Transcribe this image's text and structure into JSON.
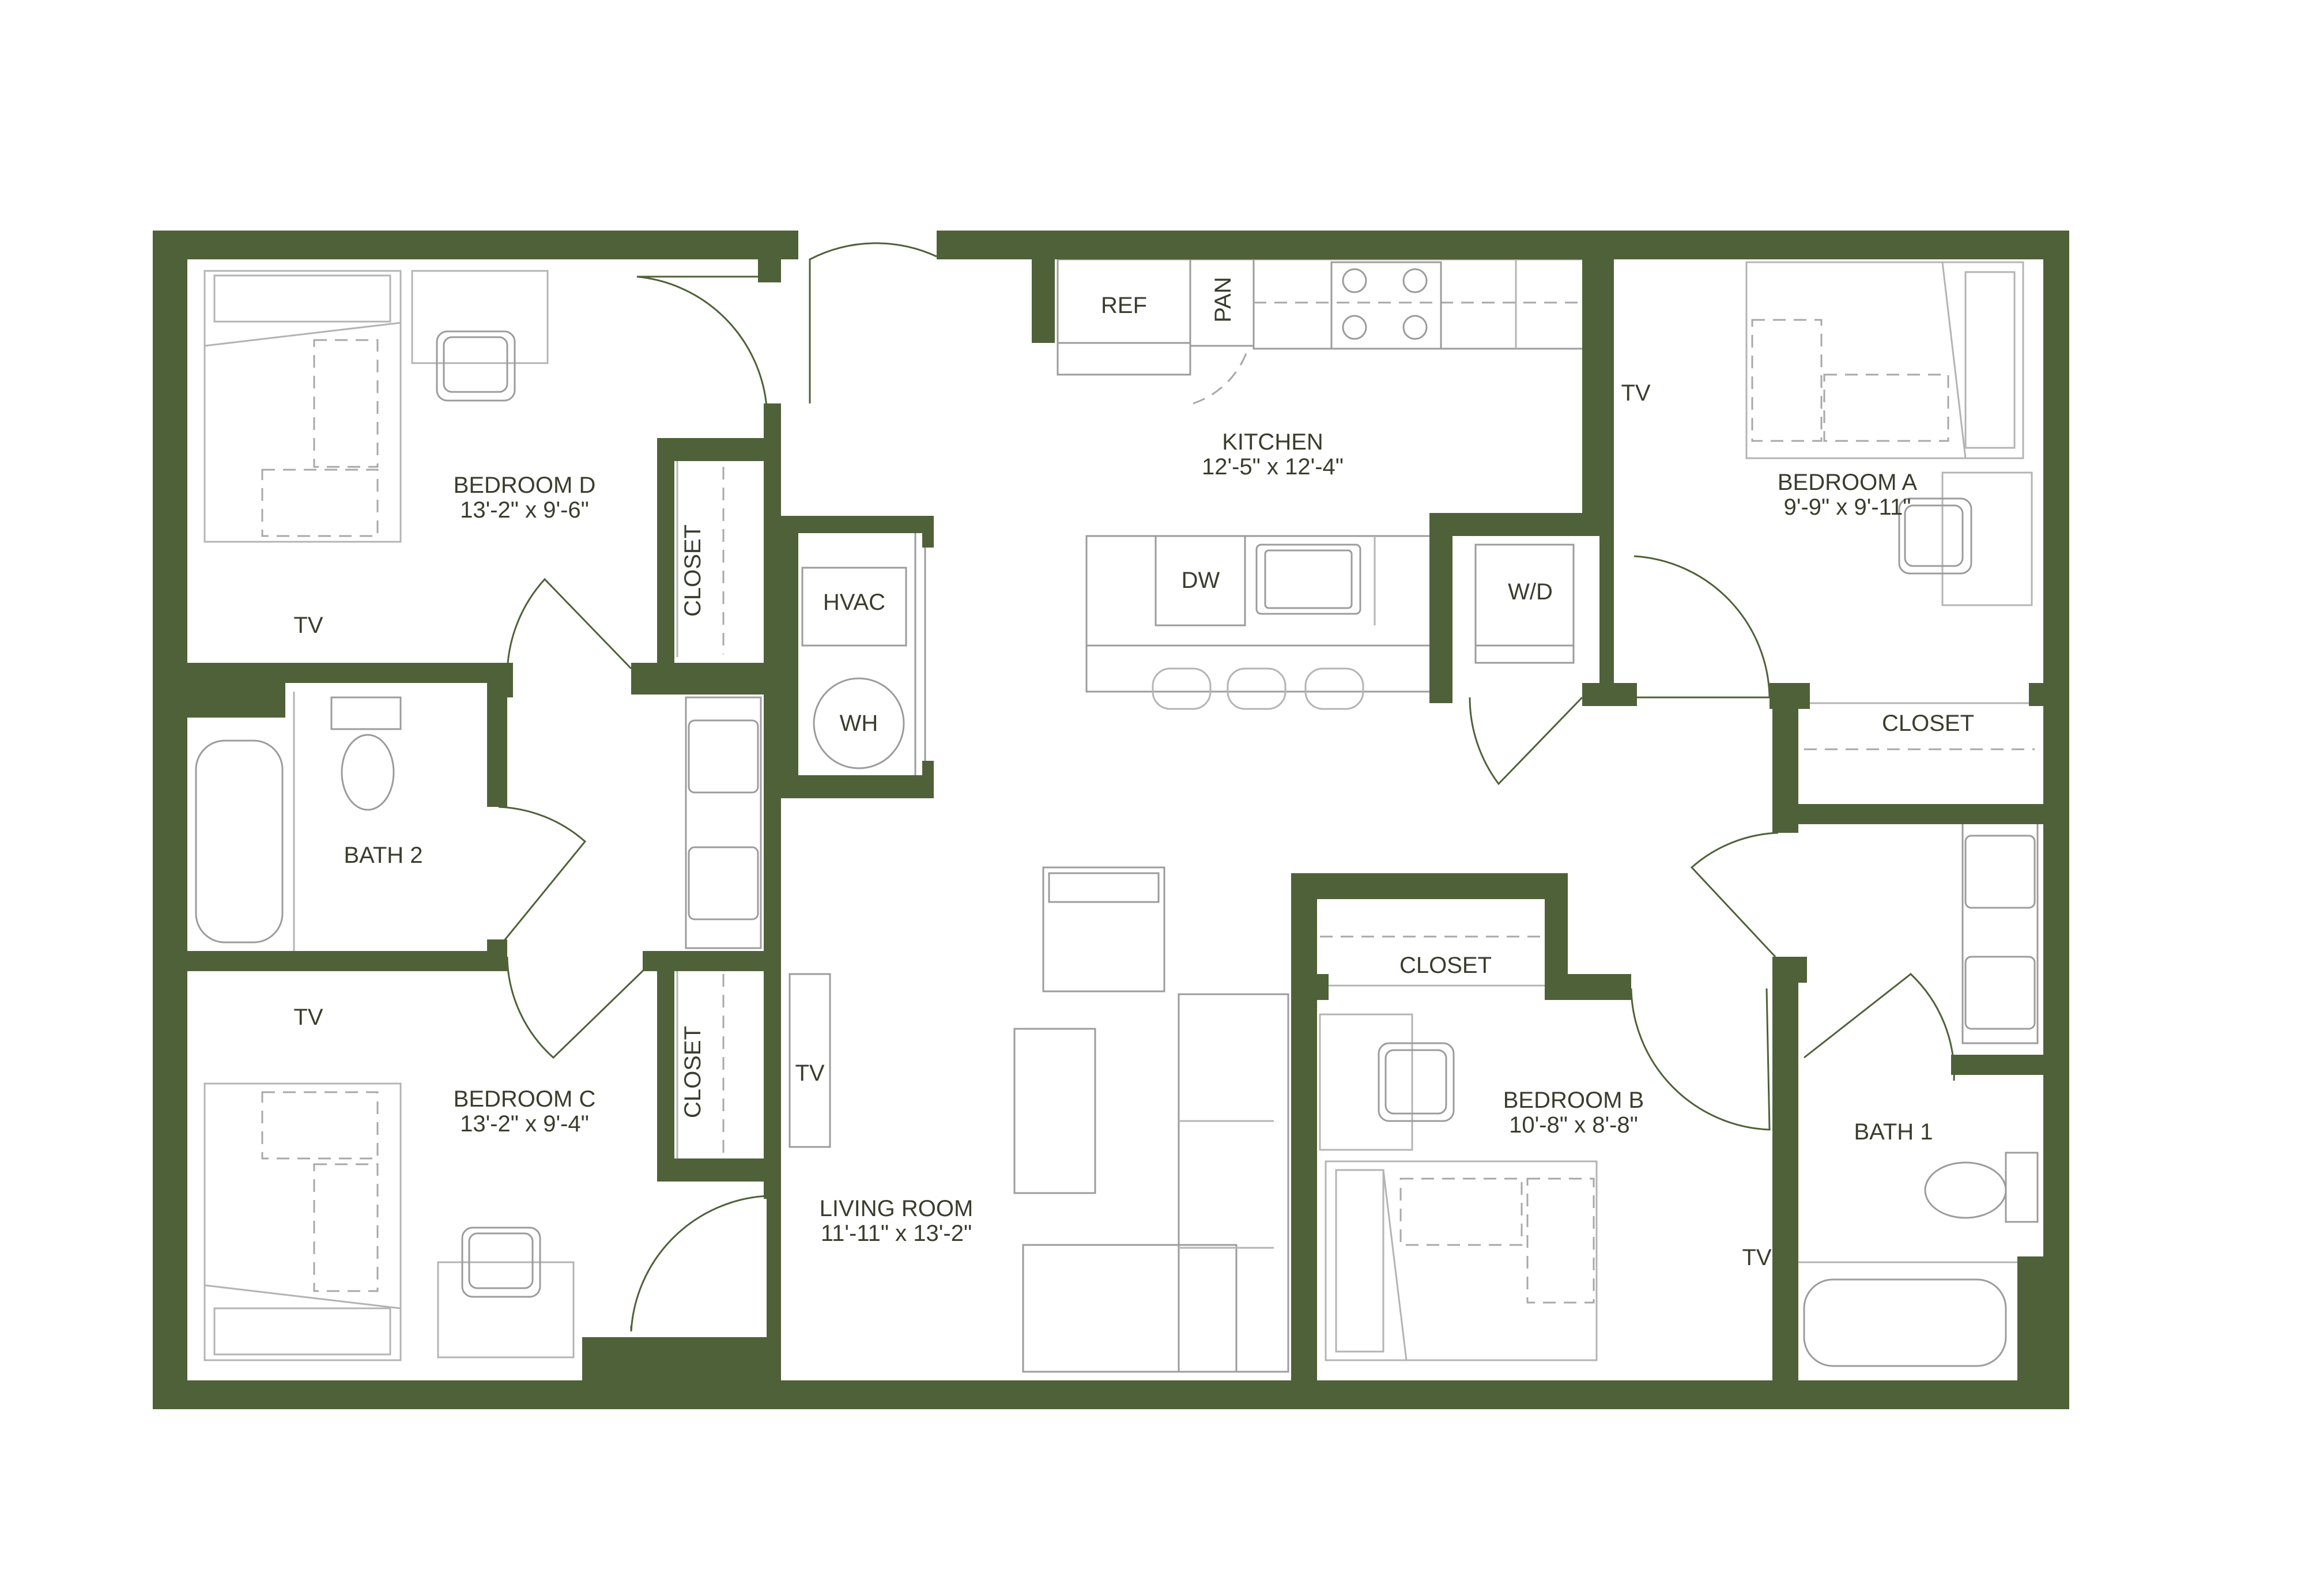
{
  "plan": {
    "wall_color": "#4f6138",
    "rooms": {
      "bedroom_d": {
        "name": "BEDROOM D",
        "dims": "13'-2\" x 9'-6\""
      },
      "bedroom_c": {
        "name": "BEDROOM C",
        "dims": "13'-2\" x 9'-4\""
      },
      "bedroom_a": {
        "name": "BEDROOM A",
        "dims": "9'-9\" x 9'-11\""
      },
      "bedroom_b": {
        "name": "BEDROOM B",
        "dims": "10'-8\" x 8'-8\""
      },
      "kitchen": {
        "name": "KITCHEN",
        "dims": "12'-5\" x 12'-4\""
      },
      "living_room": {
        "name": "LIVING ROOM",
        "dims": "11'-11\" x 13'-2\""
      },
      "bath_1": {
        "name": "BATH 1"
      },
      "bath_2": {
        "name": "BATH 2"
      }
    },
    "fixtures": {
      "ref": "REF",
      "pan": "PAN",
      "dw": "DW",
      "wd": "W/D",
      "hvac": "HVAC",
      "wh": "WH",
      "closet": "CLOSET",
      "tv": "TV"
    }
  }
}
